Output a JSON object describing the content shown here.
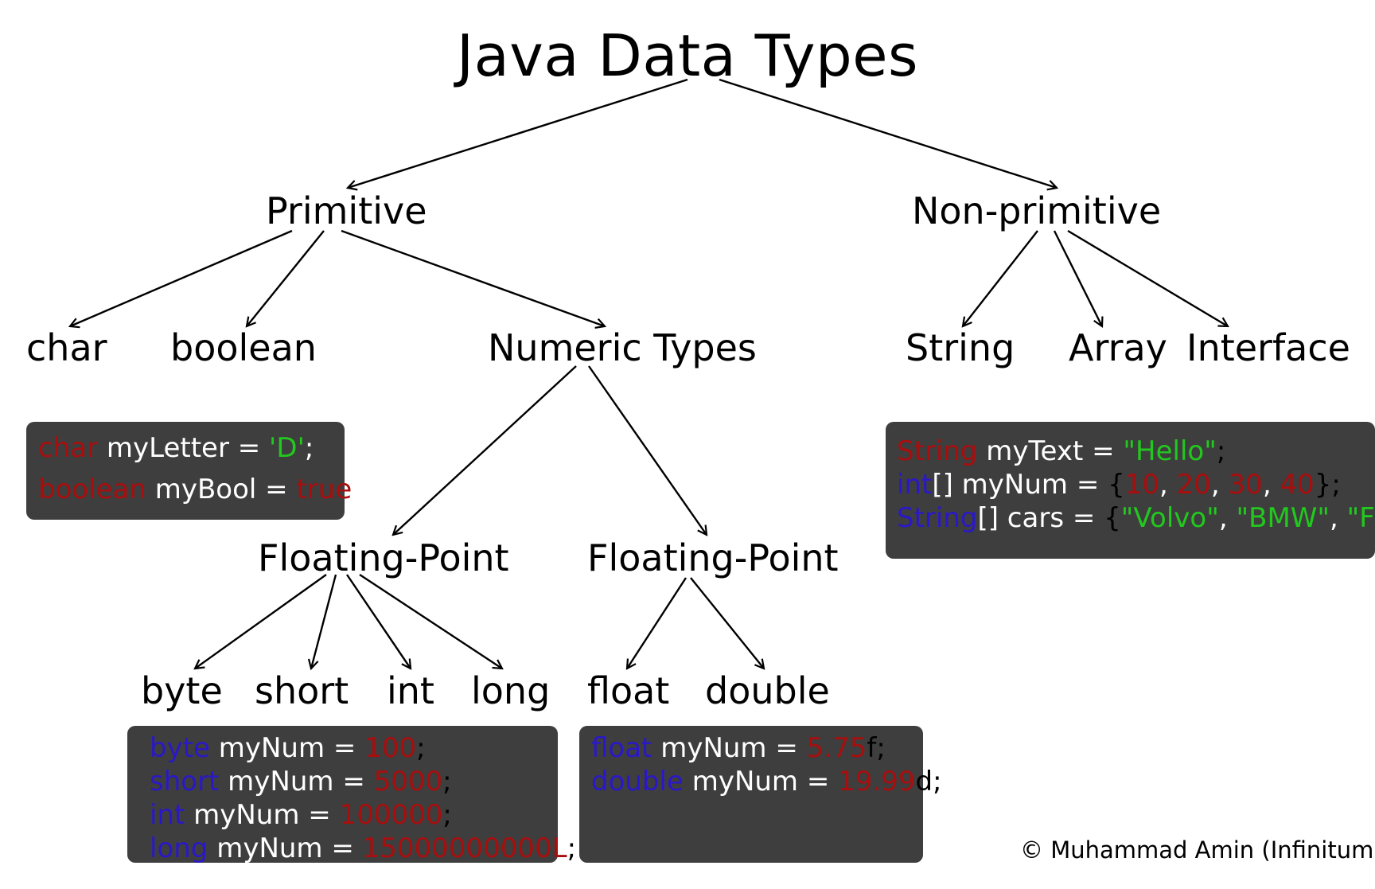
{
  "title": "Java Data Types",
  "nodes": {
    "primitive": "Primitive",
    "non_primitive": "Non-primitive",
    "char": "char",
    "boolean": "boolean",
    "numeric_types": "Numeric Types",
    "floating_point_left": "Floating-Point",
    "floating_point_right": "Floating-Point",
    "byte": "byte",
    "short": "short",
    "int": "int",
    "long": "long",
    "float": "float",
    "double": "double",
    "string": "String",
    "array": "Array",
    "interface": "Interface"
  },
  "code": {
    "char_boolean": [
      [
        {
          "t": "char",
          "c": "red"
        },
        {
          "t": " myLetter = ",
          "c": "text"
        },
        {
          "t": "'D'",
          "c": "green"
        },
        {
          "t": ";",
          "c": "text"
        }
      ],
      [
        {
          "t": "boolean",
          "c": "red"
        },
        {
          "t": " myBool = ",
          "c": "text"
        },
        {
          "t": "true",
          "c": "red"
        },
        {
          "t": ";",
          "c": "text"
        }
      ]
    ],
    "integers": [
      [
        {
          "t": "byte",
          "c": "blue"
        },
        {
          "t": " myNum = ",
          "c": "text"
        },
        {
          "t": "100",
          "c": "red"
        },
        {
          "t": ";",
          "c": "black"
        }
      ],
      [
        {
          "t": "short",
          "c": "blue"
        },
        {
          "t": " myNum = ",
          "c": "text"
        },
        {
          "t": "5000",
          "c": "red"
        },
        {
          "t": ";",
          "c": "black"
        }
      ],
      [
        {
          "t": "int",
          "c": "blue"
        },
        {
          "t": " myNum = ",
          "c": "text"
        },
        {
          "t": "100000",
          "c": "red"
        },
        {
          "t": ";",
          "c": "black"
        }
      ],
      [
        {
          "t": "long",
          "c": "blue"
        },
        {
          "t": " myNum = ",
          "c": "text"
        },
        {
          "t": "15000000000L",
          "c": "red"
        },
        {
          "t": ";",
          "c": "black"
        }
      ]
    ],
    "floats": [
      [
        {
          "t": "float",
          "c": "blue"
        },
        {
          "t": " myNum = ",
          "c": "text"
        },
        {
          "t": "5.75",
          "c": "red"
        },
        {
          "t": "f;",
          "c": "black"
        }
      ],
      [
        {
          "t": "double",
          "c": "blue"
        },
        {
          "t": " myNum = ",
          "c": "text"
        },
        {
          "t": "19.99",
          "c": "red"
        },
        {
          "t": "d;",
          "c": "black"
        }
      ]
    ],
    "non_primitive": [
      [
        {
          "t": "String",
          "c": "red"
        },
        {
          "t": " myText = ",
          "c": "text"
        },
        {
          "t": "\"Hello\"",
          "c": "green"
        },
        {
          "t": ";",
          "c": "black"
        }
      ],
      [
        {
          "t": "int",
          "c": "blue"
        },
        {
          "t": "[] myNum = ",
          "c": "text"
        },
        {
          "t": "{",
          "c": "black"
        },
        {
          "t": "10",
          "c": "red"
        },
        {
          "t": ", ",
          "c": "text"
        },
        {
          "t": "20",
          "c": "red"
        },
        {
          "t": ", ",
          "c": "text"
        },
        {
          "t": "30",
          "c": "red"
        },
        {
          "t": ", ",
          "c": "text"
        },
        {
          "t": "40",
          "c": "red"
        },
        {
          "t": "};",
          "c": "black"
        }
      ],
      [
        {
          "t": "String",
          "c": "blue"
        },
        {
          "t": "[] cars = ",
          "c": "text"
        },
        {
          "t": "{",
          "c": "black"
        },
        {
          "t": "\"Volvo\"",
          "c": "green"
        },
        {
          "t": ", ",
          "c": "text"
        },
        {
          "t": "\"BMW\"",
          "c": "green"
        },
        {
          "t": ", ",
          "c": "text"
        },
        {
          "t": "\"Ford\"",
          "c": "green"
        },
        {
          "t": "}",
          "c": "black"
        }
      ]
    ]
  },
  "credit": "© Muhammad Amin (Infinitum)",
  "colors": {
    "code_background": "#3e3e3e",
    "keyword_red": "#a80e0e",
    "keyword_blue": "#2a18c8",
    "string_green": "#22c81e",
    "code_text": "#ffffff"
  }
}
